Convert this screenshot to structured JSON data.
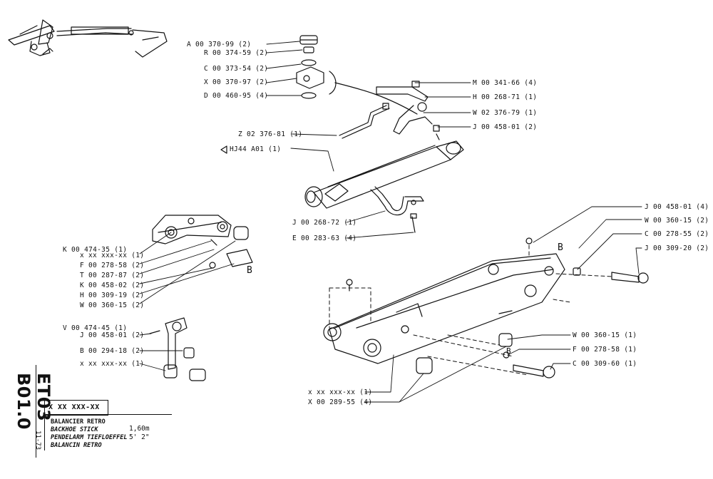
{
  "sheet": {
    "code": "ET03 B01.0",
    "date": "11-73",
    "part_no": "X XX XXX-XX",
    "titles": [
      "BALANCIER RETRO",
      "BACKHOE STICK",
      "PENDELARM TIEFLOEFFEL",
      "BALANCIN RETRO"
    ],
    "size_metric": "1,60m",
    "size_imperial": "5' 2\""
  },
  "callouts": {
    "top": [
      "A 00 370-99 (2)",
      "R 00 374-59 (2)",
      "C 00 373-54 (2)",
      "X 00 370-97 (2)",
      "D 00 460-95 (4)",
      "M 00 341-66 (4)",
      "H 00 268-71 (1)",
      "W 02 376-79 (1)",
      "J 00 458-01 (2)",
      "Z 02 376-81 (1)",
      "HJ44 A01 (1)",
      "J 00 268-72 (1)",
      "E 00 283-63 (4)"
    ],
    "link": [
      "K 00 474-35 (1)",
      "x xx xxx-xx (1)",
      "F 00 278-58 (2)",
      "T 00 287-87 (2)",
      "K 00 458-02 (2)",
      "H 00 309-19 (2)",
      "W 00 360-15 (2)"
    ],
    "rod": [
      "V 00 474-45 (1)",
      "J 00 458-01 (2)",
      "B 00 294-18 (2)",
      "x xx xxx-xx (1)"
    ],
    "right": [
      "J 00 458-01 (4)",
      "W 00 360-15 (2)",
      "C 00 278-55 (2)",
      "J 00 309-20 (2)"
    ],
    "lower": [
      "W 00 360-15 (1)",
      "F 00 278-58 (1)",
      "C 00 309-60 (1)",
      "x xx xxx-xx (1)",
      "X 00 289-55 (4)"
    ],
    "markers": [
      "B",
      "B",
      "B"
    ]
  }
}
